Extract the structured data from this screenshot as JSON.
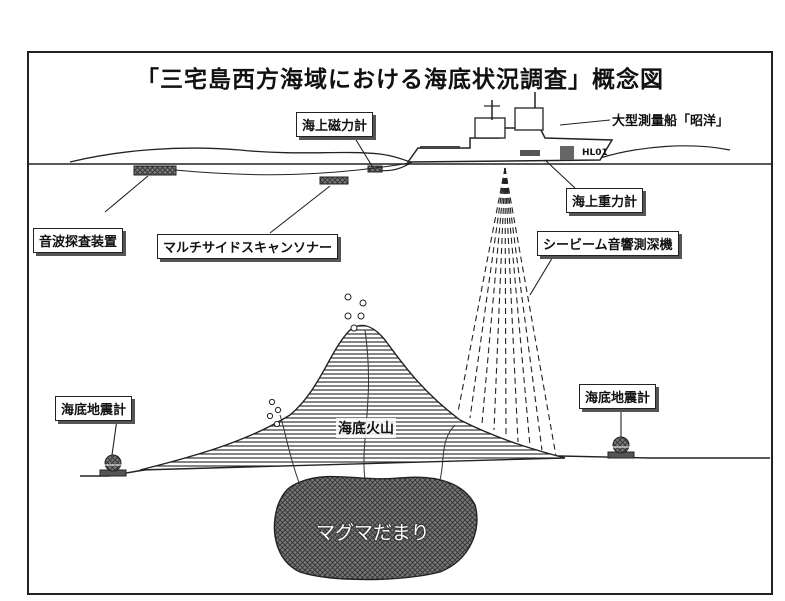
{
  "title": "「三宅島西方海域における海底状況調査」概念図",
  "labels": {
    "sea_magnetometer": "海上磁力計",
    "research_vessel": "大型測量船「昭洋」",
    "sea_gravimeter": "海上重力計",
    "multibeam_echosounder": "シービーム音響測深機",
    "acoustic_exploration_device": "音波探査装置",
    "multichannel_side_scan_sonar": "マルチサイドスキャンソナー",
    "seafloor_seismometer_left": "海底地震計",
    "seafloor_seismometer_right": "海底地震計",
    "submarine_volcano": "海底火山",
    "magma_chamber": "マグマだまり",
    "hull_marking": "HL01"
  }
}
